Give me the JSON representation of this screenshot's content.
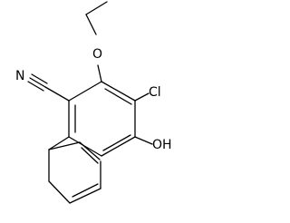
{
  "molecule": {
    "labels": {
      "nitrile": "N",
      "ether_oxygen": "O",
      "chlorine": "Cl",
      "hydroxyl": "OH"
    }
  },
  "colors": {
    "bond": "#000000",
    "background": "#ffffff"
  }
}
